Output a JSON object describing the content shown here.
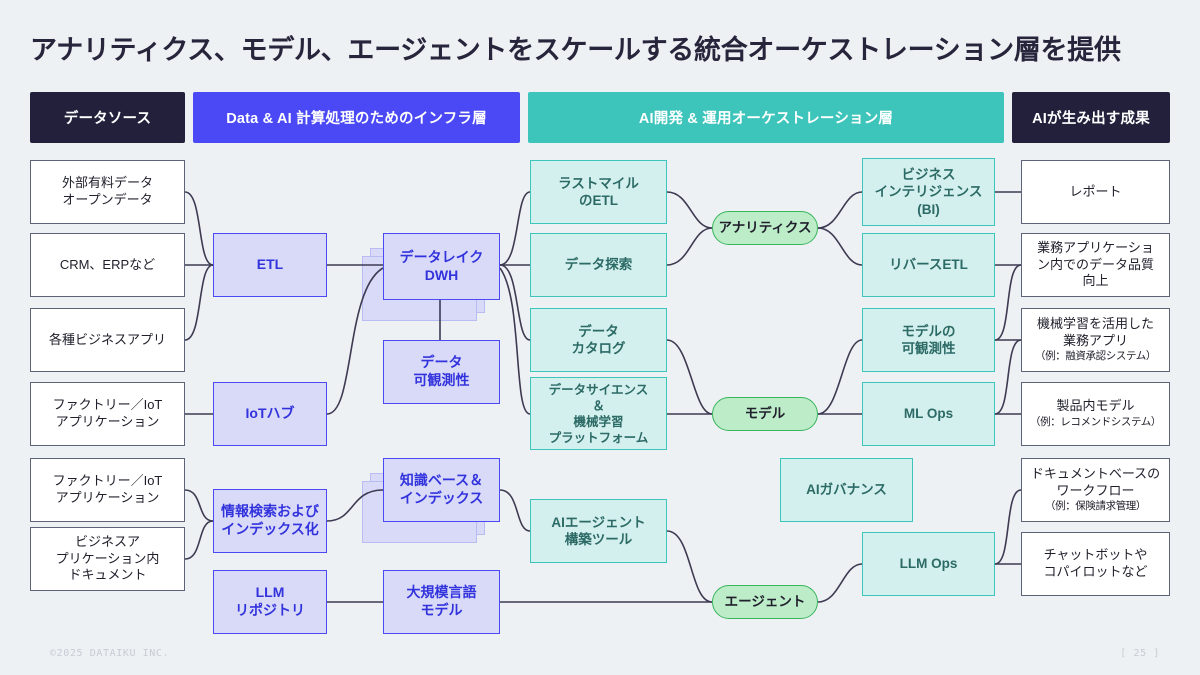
{
  "title": "アナリティクス、モデル、エージェントをスケールする統合オーケストレーション層を提供",
  "colors": {
    "dark": "#23203b",
    "indigo": "#4a49f5",
    "teal": "#3dc4bb",
    "green": "#37b55b",
    "page_background": "#eef1f4"
  },
  "bands": [
    {
      "label": "データソース",
      "style": "dark"
    },
    {
      "label": "Data & AI 計算処理のためのインフラ層",
      "style": "indigo"
    },
    {
      "label": "AI開発 & 運用オーケストレーション層",
      "style": "teal"
    },
    {
      "label": "AIが生み出す成果",
      "style": "dark"
    }
  ],
  "sources": [
    {
      "lines": [
        "外部有料データ",
        "オープンデータ"
      ]
    },
    {
      "lines": [
        "CRM、ERPなど"
      ]
    },
    {
      "lines": [
        "各種ビジネスアプリ"
      ]
    },
    {
      "lines": [
        "ファクトリー／IoT",
        "アプリケーション"
      ]
    },
    {
      "lines": [
        "ファクトリー／IoT",
        "アプリケーション"
      ]
    },
    {
      "lines": [
        "ビジネスア",
        "プリケーション内",
        "ドキュメント"
      ]
    }
  ],
  "infra_a": [
    {
      "lines": [
        "ETL"
      ]
    },
    {
      "lines": [
        "IoTハブ"
      ]
    },
    {
      "lines": [
        "情報検索および",
        "インデックス化"
      ]
    },
    {
      "lines": [
        "LLM",
        "リポジトリ"
      ]
    }
  ],
  "infra_b": [
    {
      "lines": [
        "データレイク",
        "DWH"
      ],
      "stacked": true
    },
    {
      "lines": [
        "データ",
        "可観測性"
      ],
      "stacked": false
    },
    {
      "lines": [
        "知識ベース＆",
        "インデックス"
      ],
      "stacked": true
    },
    {
      "lines": [
        "大規模言語",
        "モデル"
      ],
      "stacked": false
    }
  ],
  "orchestration_left": [
    {
      "lines": [
        "ラストマイル",
        "のETL"
      ]
    },
    {
      "lines": [
        "データ探索"
      ]
    },
    {
      "lines": [
        "データ",
        "カタログ"
      ]
    },
    {
      "lines": [
        "データサイエンス",
        "＆",
        "機械学習",
        "プラットフォーム"
      ]
    },
    {
      "lines": [
        "AIエージェント",
        "構築ツール"
      ]
    }
  ],
  "pillars": [
    {
      "label": "アナリティクス"
    },
    {
      "label": "モデル"
    },
    {
      "label": "エージェント"
    }
  ],
  "orchestration_right": [
    {
      "lines": [
        "ビジネス",
        "インテリジェンス",
        "(BI)"
      ]
    },
    {
      "lines": [
        "リバースETL"
      ]
    },
    {
      "lines": [
        "モデルの",
        "可観測性"
      ]
    },
    {
      "lines": [
        "ML Ops"
      ]
    },
    {
      "lines": [
        "AIガバナンス"
      ]
    },
    {
      "lines": [
        "LLM Ops"
      ]
    }
  ],
  "outcomes": [
    {
      "lines": [
        "レポート"
      ],
      "sub": ""
    },
    {
      "lines": [
        "業務アプリケーショ",
        "ン内でのデータ品質",
        "向上"
      ],
      "sub": ""
    },
    {
      "lines": [
        "機械学習を活用した",
        "業務アプリ"
      ],
      "sub": "（例：融資承認システム）"
    },
    {
      "lines": [
        "製品内モデル"
      ],
      "sub": "（例：レコメンドシステム）"
    },
    {
      "lines": [
        "ドキュメントベースの",
        "ワークフロー"
      ],
      "sub": "（例：保険請求管理）"
    },
    {
      "lines": [
        "チャットボットや",
        "コパイロットなど"
      ],
      "sub": ""
    }
  ],
  "footer": {
    "copyright": "©2025 DATAIKU INC.",
    "page": "[ 25 ]"
  }
}
